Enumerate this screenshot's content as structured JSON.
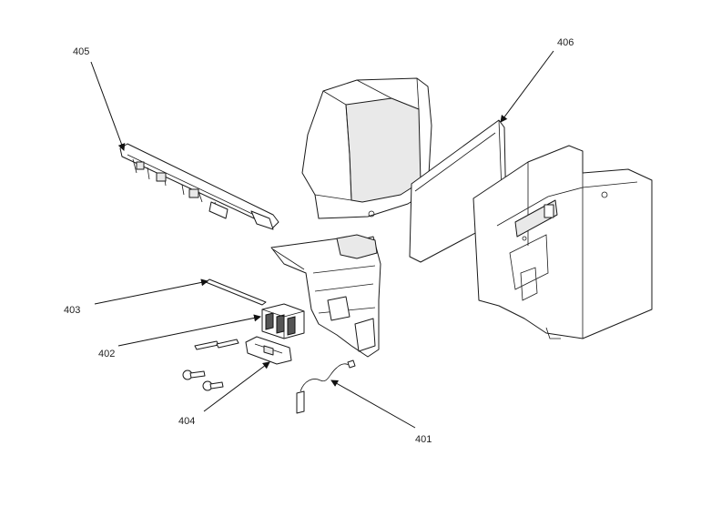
{
  "diagram": {
    "callouts": {
      "c401": "401",
      "c402": "402",
      "c403": "403",
      "c404": "404",
      "c405": "405",
      "c406": "406"
    }
  }
}
